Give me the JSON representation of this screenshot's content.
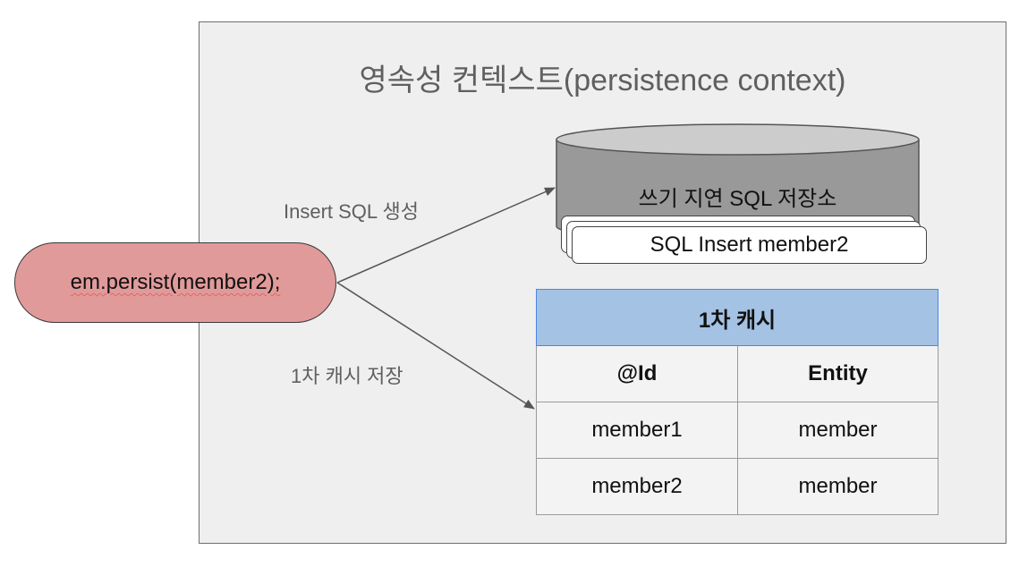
{
  "diagram": {
    "title": "영속성 컨텍스트(persistence context)",
    "action": "em.persist(member2);",
    "edges": {
      "to_write_store": "Insert SQL 생성",
      "to_cache": "1차 캐시 저장"
    },
    "write_store": {
      "title": "쓰기 지연 SQL 저장소",
      "entry": "SQL Insert member2"
    },
    "first_level_cache": {
      "title": "1차 캐시",
      "columns": [
        "@Id",
        "Entity"
      ],
      "rows": [
        [
          "member1",
          "member"
        ],
        [
          "member2",
          "member"
        ]
      ]
    },
    "colors": {
      "context_background": "#efefef",
      "action_fill": "#e19a9a",
      "cylinder_body": "#999999",
      "cylinder_top": "#cccccc",
      "cache_header": "#a4c2e4",
      "cache_header_border": "#4a86e8",
      "spell_underline": "#e06666"
    }
  }
}
